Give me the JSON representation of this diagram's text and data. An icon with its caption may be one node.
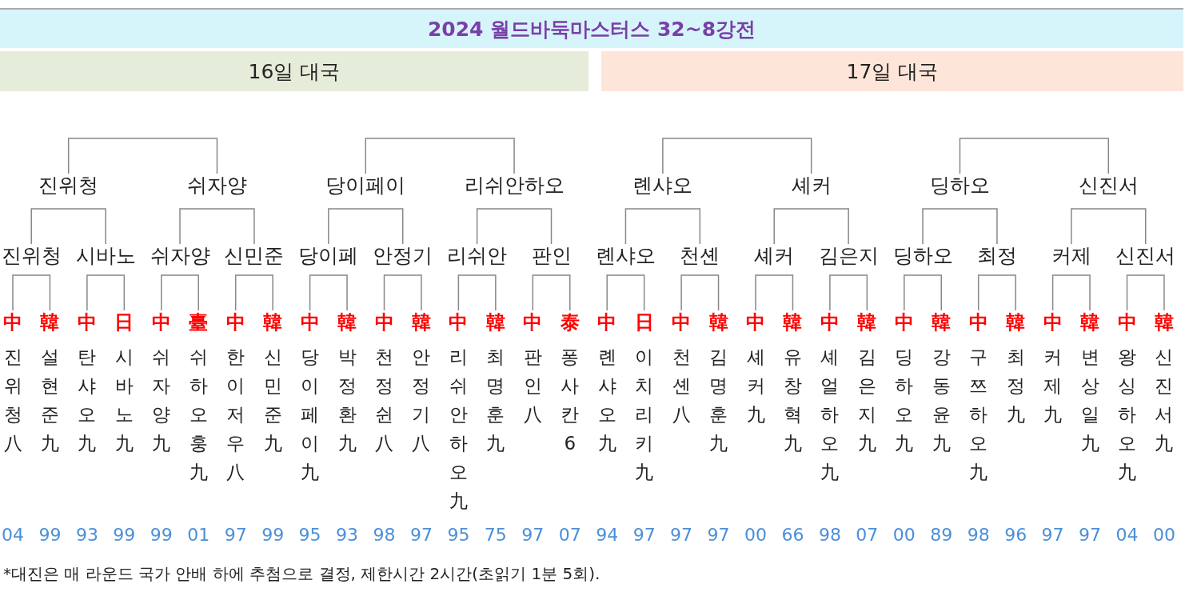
{
  "diagram": {
    "title": "2024 월드바둑마스터스 32~8강전",
    "nodes": [
      {
        "text": [
          "16일 대국"
        ]
      },
      {
        "text": [
          "17일 대국"
        ]
      },
      {
        "text": [
          "진위청"
        ]
      },
      {
        "text": [
          "쉬자양"
        ]
      },
      {
        "text": [
          "당이페이"
        ]
      },
      {
        "text": [
          "리쉬안하오"
        ]
      },
      {
        "text": [
          "롄샤오"
        ]
      },
      {
        "text": [
          "셰커"
        ]
      },
      {
        "text": [
          "딩하오"
        ]
      },
      {
        "text": [
          "신진서"
        ]
      },
      {
        "text": [
          "진위청"
        ]
      },
      {
        "text": [
          "시바노"
        ]
      },
      {
        "text": [
          "쉬자양"
        ]
      },
      {
        "text": [
          "신민준"
        ]
      },
      {
        "text": [
          "당이페"
        ]
      },
      {
        "text": [
          "안정기"
        ]
      },
      {
        "text": [
          "리쉬안"
        ]
      },
      {
        "text": [
          "판인"
        ]
      },
      {
        "text": [
          "롄샤오"
        ]
      },
      {
        "text": [
          "천셴"
        ]
      },
      {
        "text": [
          "셰커"
        ]
      },
      {
        "text": [
          "김은지"
        ]
      },
      {
        "text": [
          "딩하오"
        ]
      },
      {
        "text": [
          "최정"
        ]
      },
      {
        "text": [
          "커제"
        ]
      },
      {
        "text": [
          "신진서"
        ]
      },
      {
        "text": [
          "中",
          "진위청八"
        ]
      },
      {
        "text": [
          "韓",
          "설현준九"
        ]
      },
      {
        "text": [
          "中",
          "탄샤오九"
        ]
      },
      {
        "text": [
          "日",
          "시바노九"
        ]
      },
      {
        "text": [
          "中",
          "쉬자양九"
        ]
      },
      {
        "text": [
          "臺",
          "쉬하오훙九"
        ]
      },
      {
        "text": [
          "中",
          "한이저우八"
        ]
      },
      {
        "text": [
          "韓",
          "신민준九"
        ]
      },
      {
        "text": [
          "中",
          "당이페이九"
        ]
      },
      {
        "text": [
          "韓",
          "박정환九"
        ]
      },
      {
        "text": [
          "中",
          "천정쉰八"
        ]
      },
      {
        "text": [
          "韓",
          "안정기八"
        ]
      },
      {
        "text": [
          "中",
          "리쉬안하오九"
        ]
      },
      {
        "text": [
          "韓",
          "최명훈九"
        ]
      },
      {
        "text": [
          "中",
          "판인八"
        ]
      },
      {
        "text": [
          "泰",
          "퐁사칸6"
        ]
      },
      {
        "text": [
          "中",
          "롄샤오九"
        ]
      },
      {
        "text": [
          "日",
          "이치리키九"
        ]
      },
      {
        "text": [
          "中",
          "천셴八"
        ]
      },
      {
        "text": [
          "韓",
          "김명훈九"
        ]
      },
      {
        "text": [
          "中",
          "셰커九"
        ]
      },
      {
        "text": [
          "韓",
          "유창혁九"
        ]
      },
      {
        "text": [
          "中",
          "셰얼하오九"
        ]
      },
      {
        "text": [
          "韓",
          "김은지九"
        ]
      },
      {
        "text": [
          "中",
          "딩하오九"
        ]
      },
      {
        "text": [
          "韓",
          "강동윤九"
        ]
      },
      {
        "text": [
          "中",
          "구쯔하오九"
        ]
      },
      {
        "text": [
          "韓",
          "최정九"
        ]
      },
      {
        "text": [
          "中",
          "커제九"
        ]
      },
      {
        "text": [
          "韓",
          "변상일九"
        ]
      },
      {
        "text": [
          "中",
          "왕싱하오九"
        ]
      },
      {
        "text": [
          "韓",
          "신진서九"
        ]
      }
    ],
    "edges": [
      {
        "from": 2,
        "to": 3,
        "arrow": "none"
      },
      {
        "from": 4,
        "to": 5,
        "arrow": "none"
      },
      {
        "from": 6,
        "to": 7,
        "arrow": "none"
      },
      {
        "from": 8,
        "to": 9,
        "arrow": "none"
      },
      {
        "from": 10,
        "to": 11,
        "arrow": "none"
      },
      {
        "from": 12,
        "to": 13,
        "arrow": "none"
      },
      {
        "from": 14,
        "to": 15,
        "arrow": "none"
      },
      {
        "from": 16,
        "to": 17,
        "arrow": "none"
      },
      {
        "from": 18,
        "to": 19,
        "arrow": "none"
      },
      {
        "from": 20,
        "to": 21,
        "arrow": "none"
      },
      {
        "from": 22,
        "to": 23,
        "arrow": "none"
      },
      {
        "from": 24,
        "to": 25,
        "arrow": "none"
      },
      {
        "from": 26,
        "to": 27,
        "arrow": "none"
      },
      {
        "from": 28,
        "to": 29,
        "arrow": "none"
      },
      {
        "from": 30,
        "to": 31,
        "arrow": "none"
      },
      {
        "from": 32,
        "to": 33,
        "arrow": "none"
      },
      {
        "from": 34,
        "to": 35,
        "arrow": "none"
      },
      {
        "from": 36,
        "to": 37,
        "arrow": "none"
      },
      {
        "from": 38,
        "to": 39,
        "arrow": "none"
      },
      {
        "from": 40,
        "to": 41,
        "arrow": "none"
      },
      {
        "from": 42,
        "to": 43,
        "arrow": "none"
      },
      {
        "from": 44,
        "to": 45,
        "arrow": "none"
      },
      {
        "from": 46,
        "to": 47,
        "arrow": "none"
      },
      {
        "from": 48,
        "to": 49,
        "arrow": "none"
      },
      {
        "from": 50,
        "to": 51,
        "arrow": "none"
      },
      {
        "from": 52,
        "to": 53,
        "arrow": "none"
      },
      {
        "from": 54,
        "to": 55,
        "arrow": "none"
      },
      {
        "from": 56,
        "to": 57,
        "arrow": "none"
      }
    ],
    "labels": [
      "04",
      "99",
      "93",
      "99",
      "99",
      "01",
      "97",
      "99",
      "95",
      "93",
      "98",
      "97",
      "95",
      "75",
      "97",
      "07",
      "94",
      "97",
      "97",
      "97",
      "00",
      "66",
      "98",
      "07",
      "00",
      "89",
      "98",
      "96",
      "97",
      "97",
      "04",
      "00",
      "*대진은 매 라운드 국가 안배 하에 추첨으로 결정, 제한시간 2시간(초읽기 1분 5회)."
    ]
  }
}
